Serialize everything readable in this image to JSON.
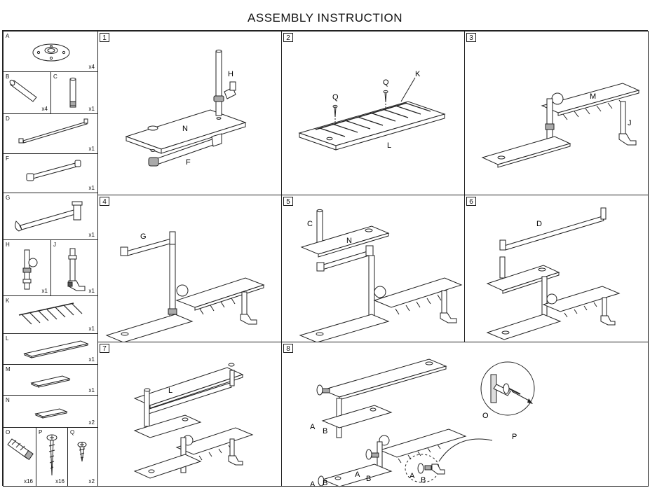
{
  "title": "ASSEMBLY INSTRUCTION",
  "parts": [
    {
      "letter": "A",
      "qty": "x4"
    },
    {
      "letter": "B",
      "qty": "x4"
    },
    {
      "letter": "C",
      "qty": "x1"
    },
    {
      "letter": "D",
      "qty": "x1"
    },
    {
      "letter": "F",
      "qty": "x1"
    },
    {
      "letter": "G",
      "qty": "x1"
    },
    {
      "letter": "H",
      "qty": "x1"
    },
    {
      "letter": "J",
      "qty": "x1"
    },
    {
      "letter": "K",
      "qty": "x1"
    },
    {
      "letter": "L",
      "qty": "x1"
    },
    {
      "letter": "M",
      "qty": "x1"
    },
    {
      "letter": "N",
      "qty": "x2"
    },
    {
      "letter": "O",
      "qty": "x16"
    },
    {
      "letter": "P",
      "qty": "x16"
    },
    {
      "letter": "Q",
      "qty": "x2"
    }
  ],
  "steps": [
    {
      "num": "1",
      "callouts": [
        "H",
        "N",
        "F"
      ]
    },
    {
      "num": "2",
      "callouts": [
        "Q",
        "Q",
        "K",
        "L"
      ]
    },
    {
      "num": "3",
      "callouts": [
        "M",
        "J"
      ]
    },
    {
      "num": "4",
      "callouts": [
        "G"
      ]
    },
    {
      "num": "5",
      "callouts": [
        "C",
        "N"
      ]
    },
    {
      "num": "6",
      "callouts": [
        "D"
      ]
    },
    {
      "num": "7",
      "callouts": [
        "L"
      ]
    },
    {
      "num": "8",
      "callouts": [
        "A",
        "B",
        "A",
        "B",
        "A",
        "B",
        "A",
        "B",
        "O",
        "P"
      ]
    }
  ]
}
